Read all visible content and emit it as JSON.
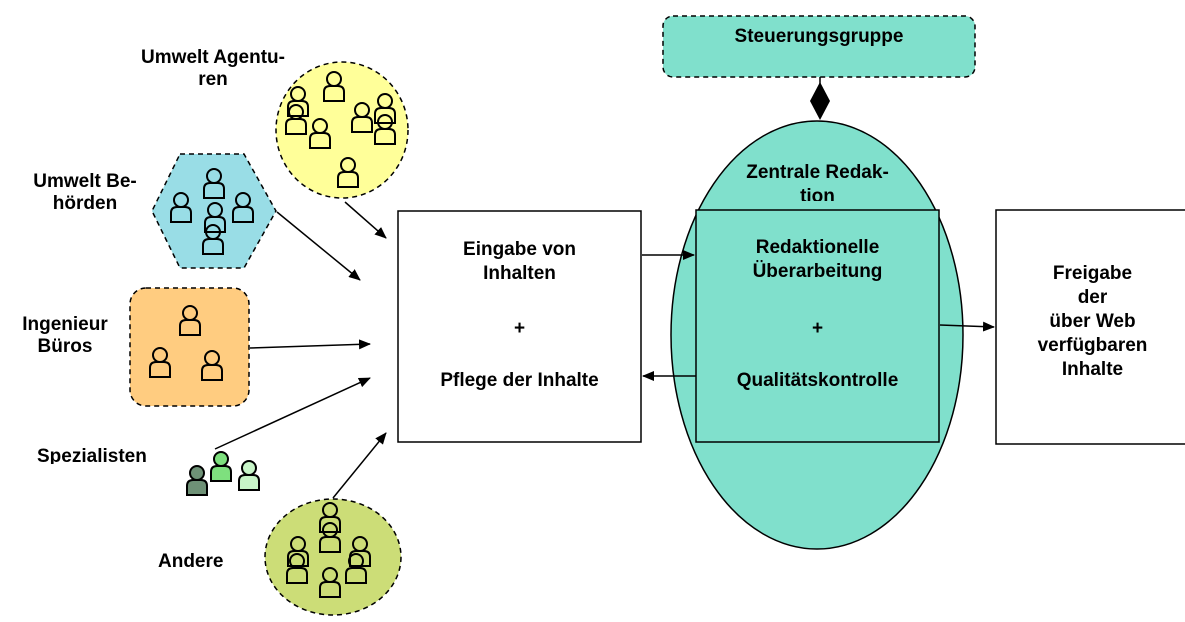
{
  "sources": {
    "umwelt_agenturen": {
      "line1": "Umwelt Agentu-",
      "line2": "ren",
      "color": "#ffff99"
    },
    "umwelt_behoerden": {
      "line1": "Umwelt Be-",
      "line2": "hörden",
      "color": "#99dde6"
    },
    "ingenieur_bueros": {
      "line1": "Ingenieur",
      "line2": "Büros",
      "color": "#ffcc80"
    },
    "spezialisten": {
      "label": "Spezialisten",
      "colors": [
        "#6e9176",
        "#7ee07e",
        "#c8f5c8"
      ]
    },
    "andere": {
      "label": "Andere",
      "color": "#ccdd77"
    }
  },
  "input_box": {
    "line1": "Eingabe von",
    "line2": "Inhalten",
    "plus": "+",
    "line3": "Pflege der Inhalte"
  },
  "steering": {
    "label": "Steuerungsgruppe",
    "color": "#80e0cc"
  },
  "central": {
    "title_line1": "Zentrale Redak-",
    "title_line2": "tion",
    "color": "#80e0cc",
    "line1": "Redaktionelle",
    "line2": "Überarbeitung",
    "plus": "+",
    "line3": "Qualitätskontrolle"
  },
  "output_box": {
    "line1": "Freigabe",
    "line2": "der",
    "line3": "über Web",
    "line4": "verfügbaren",
    "line5": "Inhalte"
  }
}
